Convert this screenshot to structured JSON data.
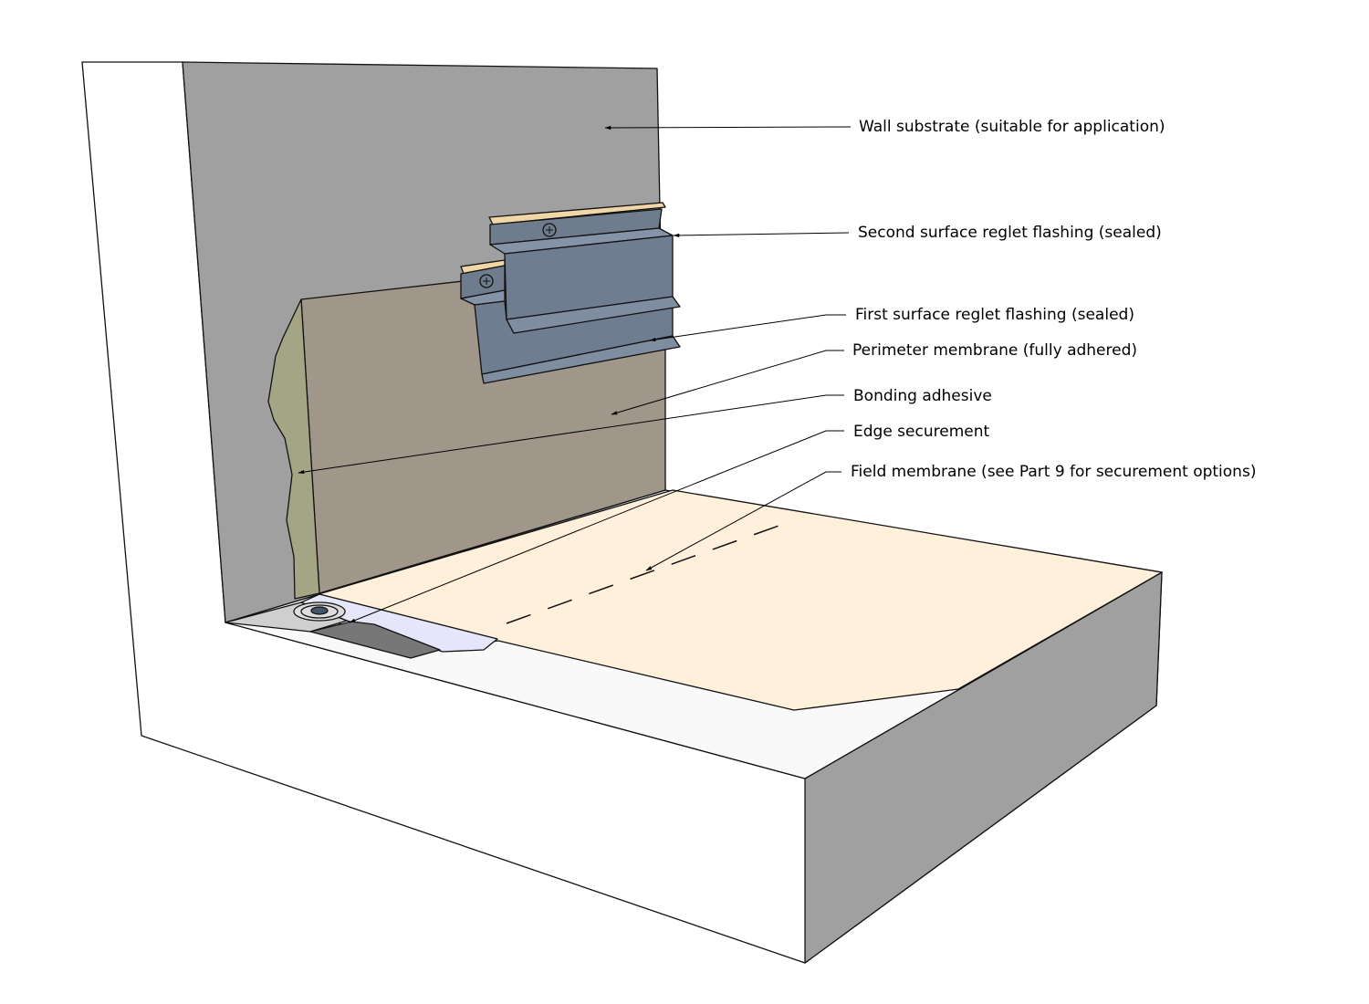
{
  "labels": {
    "wall_substrate": "Wall substrate (suitable for application)",
    "second_reglet": "Second surface reglet flashing (sealed)",
    "first_reglet": "First surface reglet flashing (sealed)",
    "perimeter_membrane": "Perimeter membrane (fully adhered)",
    "bonding_adhesive": "Bonding adhesive",
    "edge_securement": "Edge securement",
    "field_membrane": "Field membrane (see Part 9 for securement options)"
  },
  "colors": {
    "wall": "#a0a0a0",
    "perimeter_membrane": "#a0968a",
    "adhesive": "#a4a585",
    "field_membrane": "#fff0dc",
    "flashing": "#6f7d90",
    "edge_strip": "#e6e6fa"
  }
}
